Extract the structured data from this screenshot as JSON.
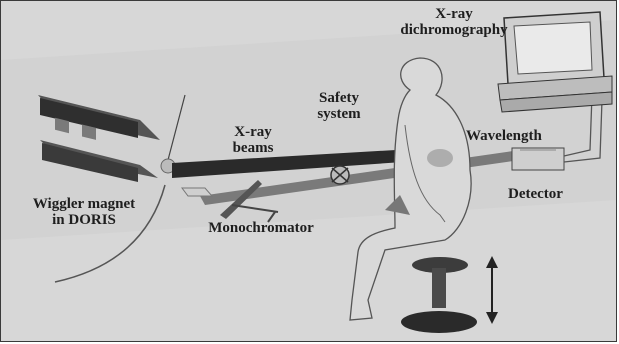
{
  "labels": {
    "xray_dichromography_line1": "X-ray",
    "xray_dichromography_line2": "dichromography",
    "safety_line1": "Safety",
    "safety_line2": "system",
    "xray_beams_line1": "X-ray",
    "xray_beams_line2": "beams",
    "wavelength": "Wavelength",
    "detector": "Detector",
    "wiggler_line1": "Wiggler magnet",
    "wiggler_line2": "in DORIS",
    "monochromator": "Monochromator"
  }
}
